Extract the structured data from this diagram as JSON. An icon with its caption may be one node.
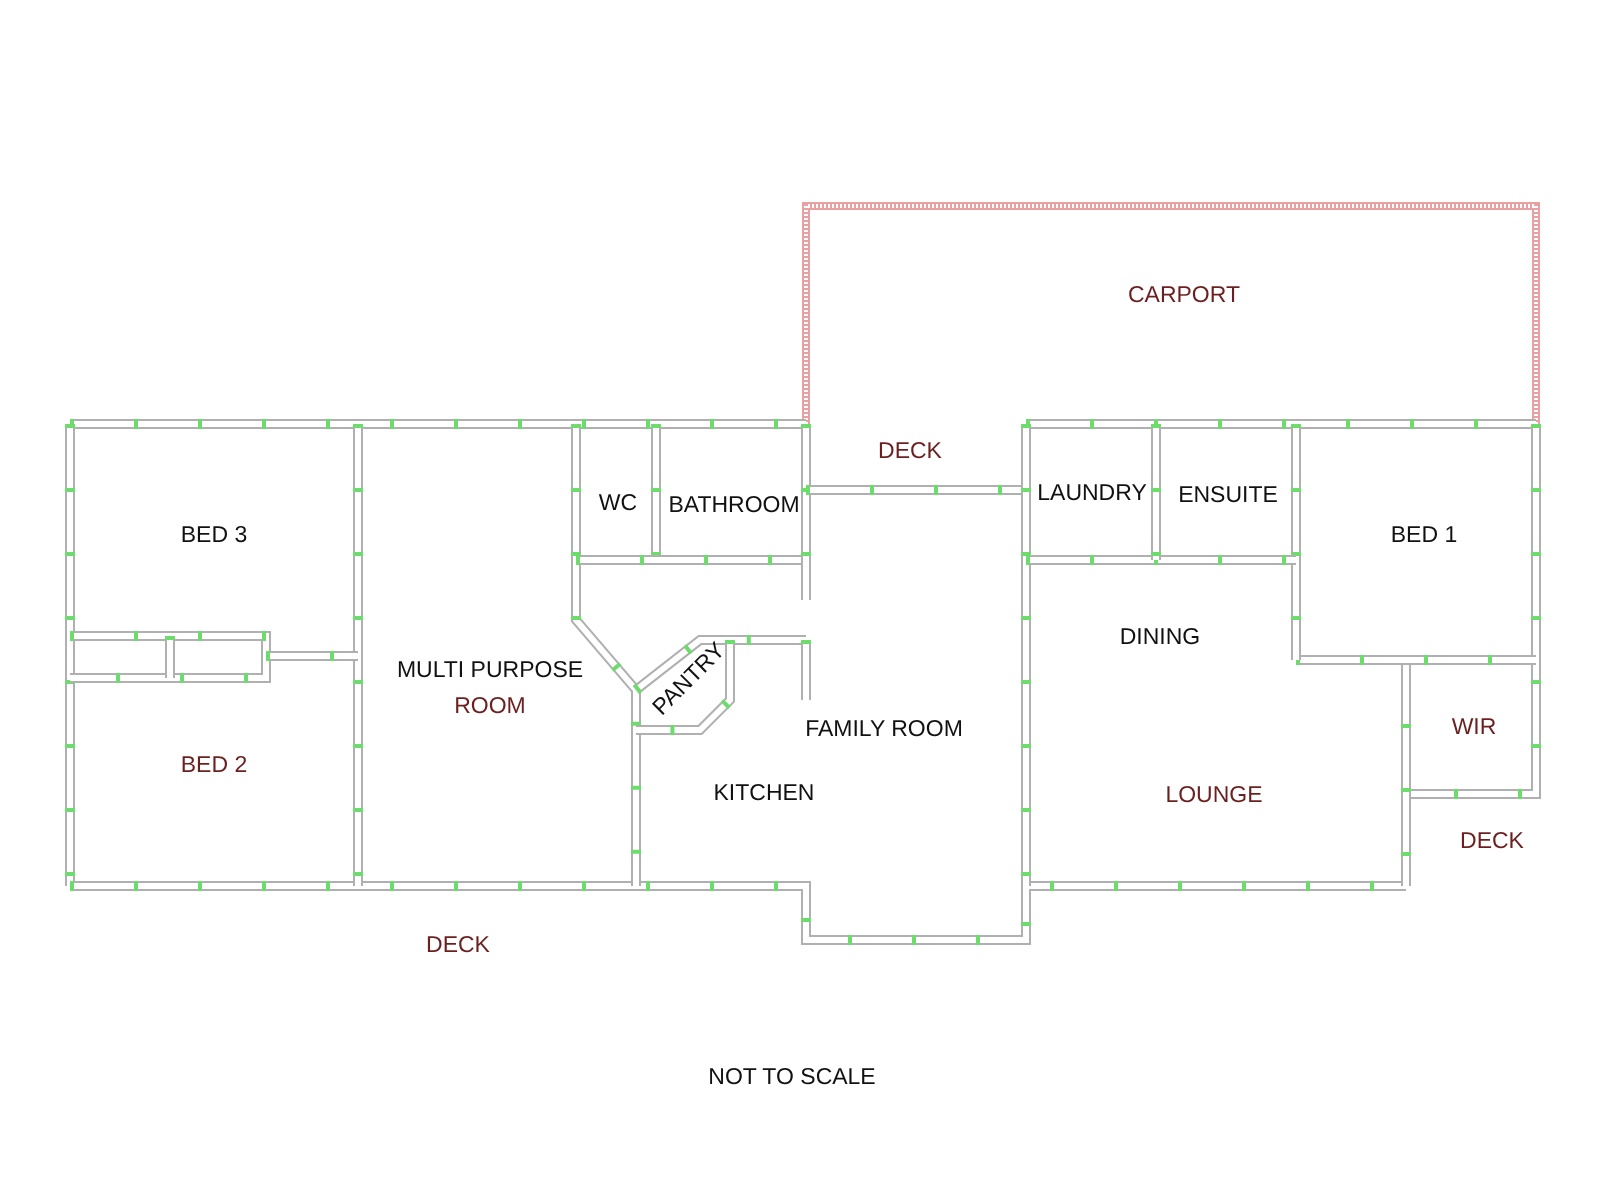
{
  "diagram": {
    "labels": [
      "CARPORT",
      "DECK",
      "WC",
      "BATHROOM",
      "LAUNDRY",
      "ENSUITE",
      "BED 3",
      "BED 1",
      "DINING",
      "PANTRY",
      "MULTI PURPOSE ROOM",
      "WIR",
      "FAMILY ROOM",
      "BED 2",
      "KITCHEN",
      "LOUNGE",
      "DECK",
      "DECK",
      "NOT TO SCALE"
    ]
  }
}
